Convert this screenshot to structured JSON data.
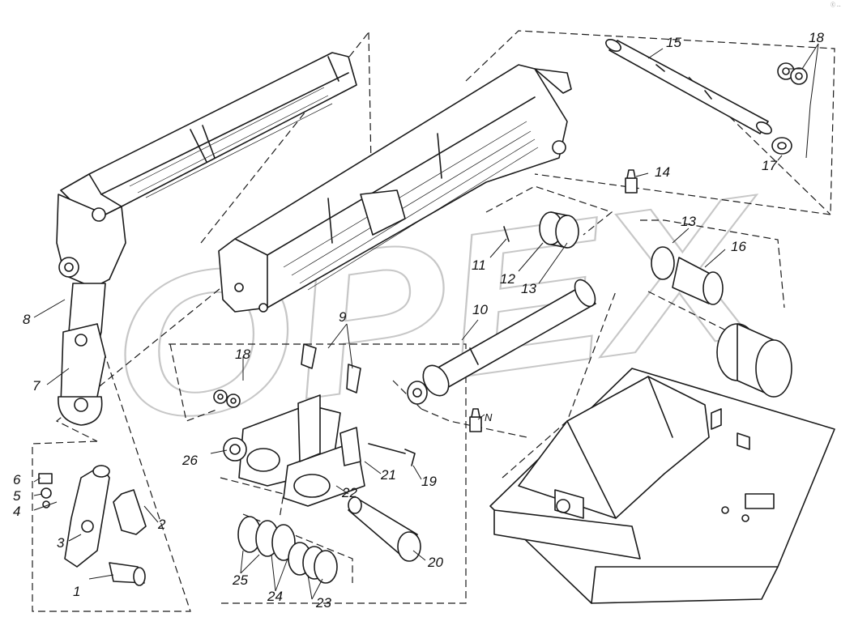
{
  "watermark": {
    "text": "ОРЕХ"
  },
  "corner_mark": "ⓒ ...",
  "callouts": [
    {
      "id": "c1",
      "text": "1"
    },
    {
      "id": "c2",
      "text": "2"
    },
    {
      "id": "c3",
      "text": "3"
    },
    {
      "id": "c4",
      "text": "4"
    },
    {
      "id": "c5",
      "text": "5"
    },
    {
      "id": "c6",
      "text": "6"
    },
    {
      "id": "c7",
      "text": "7"
    },
    {
      "id": "c8",
      "text": "8"
    },
    {
      "id": "c9",
      "text": "9"
    },
    {
      "id": "c10",
      "text": "10"
    },
    {
      "id": "c11",
      "text": "11"
    },
    {
      "id": "c12",
      "text": "12"
    },
    {
      "id": "c13a",
      "text": "13"
    },
    {
      "id": "c13b",
      "text": "13"
    },
    {
      "id": "c14a",
      "text": "14"
    },
    {
      "id": "c14b",
      "text": "N"
    },
    {
      "id": "c15",
      "text": "15"
    },
    {
      "id": "c16",
      "text": "16"
    },
    {
      "id": "c17",
      "text": "17"
    },
    {
      "id": "c18a",
      "text": "18"
    },
    {
      "id": "c18b",
      "text": "18"
    },
    {
      "id": "c19",
      "text": "19"
    },
    {
      "id": "c20",
      "text": "20"
    },
    {
      "id": "c21",
      "text": "21"
    },
    {
      "id": "c22",
      "text": "22"
    },
    {
      "id": "c23",
      "text": "23"
    },
    {
      "id": "c24",
      "text": "24"
    },
    {
      "id": "c25",
      "text": "25"
    },
    {
      "id": "c26",
      "text": "26"
    }
  ]
}
